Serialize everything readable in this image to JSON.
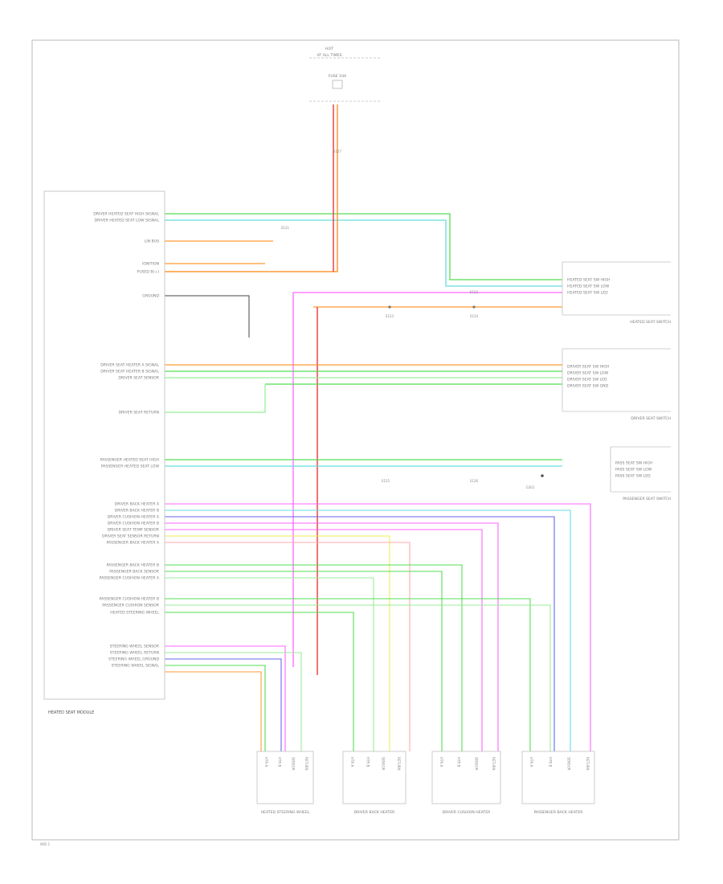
{
  "battery": {
    "line1": "HOT",
    "line2": "AT ALL TIMES",
    "fuse": "FUSE 10A"
  },
  "splices": [
    "S121",
    "S122",
    "S123",
    "S124",
    "S125",
    "S126",
    "S127"
  ],
  "left_module": {
    "label": "HEATED SEAT MODULE",
    "pins": [
      "DRIVER HEATED SEAT HIGH SIGNAL",
      "DRIVER HEATED SEAT LOW SIGNAL",
      "LIN BUS",
      "IGNITION",
      "FUSED B(+)",
      "GROUND",
      "DRIVER SEAT HEATER A SIGNAL",
      "DRIVER SEAT HEATER B SIGNAL",
      "DRIVER SEAT SENSOR",
      "DRIVER SEAT RETURN",
      "PASSENGER HEATED SEAT HIGH",
      "PASSENGER HEATED SEAT LOW",
      "DRIVER BACK HEATER A",
      "DRIVER BACK HEATER B",
      "DRIVER CUSHION HEATER A",
      "DRIVER CUSHION HEATER B",
      "DRIVER SEAT TEMP SENSOR",
      "DRIVER SEAT SENSOR RETURN",
      "PASSENGER BACK HEATER A",
      "PASSENGER BACK HEATER B",
      "PASSENGER BACK SENSOR",
      "PASSENGER CUSHION HEATER A",
      "PASSENGER CUSHION HEATER B",
      "PASSENGER CUSHION SENSOR",
      "HEATED STEERING WHEEL",
      "STEERING WHEEL SENSOR",
      "STEERING WHEEL RETURN",
      "STEERING WHEEL GROUND",
      "STEERING WHEEL SIGNAL"
    ]
  },
  "right_connectors": [
    {
      "label": "HEATED SEAT SWITCH",
      "pins": [
        "HEATED SEAT SW HIGH",
        "HEATED SEAT SW LOW",
        "HEATED SEAT SW LED"
      ]
    },
    {
      "label": "DRIVER SEAT SWITCH",
      "pins": [
        "DRIVER SEAT SW HIGH",
        "DRIVER SEAT SW LOW",
        "DRIVER SEAT SW LED",
        "DRIVER SEAT SW GND"
      ]
    },
    {
      "label": "PASSENGER SEAT SWITCH",
      "pins": [
        "PASS SEAT SW HIGH",
        "PASS SEAT SW LOW",
        "PASS SEAT SW LED"
      ]
    }
  ],
  "bottom_elements": [
    {
      "label": "HEATED STEERING WHEEL",
      "pins": [
        "HTR A",
        "HTR B",
        "SENSOR",
        "RETURN"
      ]
    },
    {
      "label": "DRIVER BACK HEATER",
      "pins": [
        "HTR A",
        "HTR B",
        "SENSOR",
        "RETURN"
      ]
    },
    {
      "label": "DRIVER CUSHION HEATER",
      "pins": [
        "HTR A",
        "HTR B",
        "SENSOR",
        "RETURN"
      ]
    },
    {
      "label": "PASSENGER BACK HEATER",
      "pins": [
        "HTR A",
        "HTR B",
        "SENSOR",
        "RETURN"
      ]
    }
  ],
  "ground_label": "G301",
  "footer_code": "W/D 1",
  "colors": {
    "border": "#b8b8b8",
    "green": "#55dd55",
    "light_green": "#99ee99",
    "cyan": "#66dddd",
    "magenta": "#ff66ff",
    "orange": "#ff9933",
    "red": "#ee4444",
    "yellow": "#eeee55",
    "blue": "#6666ee",
    "pink": "#ffaaaa"
  }
}
